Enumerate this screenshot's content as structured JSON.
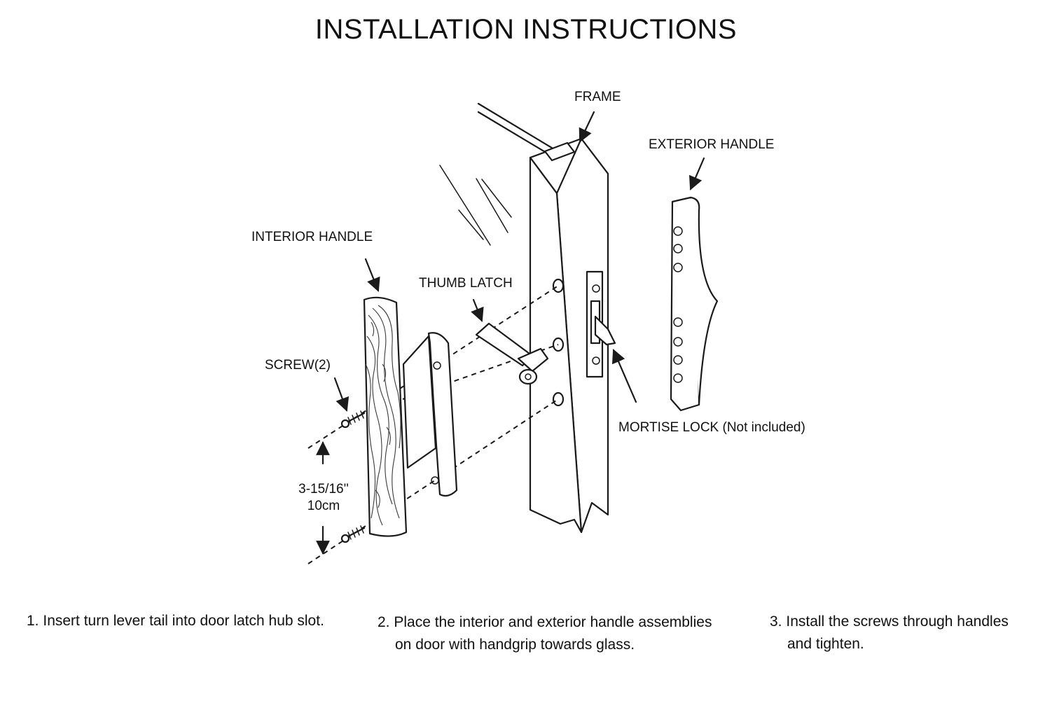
{
  "title": "INSTALLATION INSTRUCTIONS",
  "labels": {
    "frame": "FRAME",
    "exterior_handle": "EXTERIOR HANDLE",
    "interior_handle": "INTERIOR HANDLE",
    "thumb_latch": "THUMB LATCH",
    "screw": "SCREW(2)",
    "mortise_lock": "MORTISE LOCK (Not included)",
    "dimension_in": "3-15/16''",
    "dimension_cm": "10cm"
  },
  "steps": [
    {
      "number": "1.",
      "line1": "Insert turn lever tail into door latch hub slot.",
      "line2": ""
    },
    {
      "number": "2.",
      "line1": "Place the interior and exterior handle assemblies",
      "line2": "on door with handgrip towards glass."
    },
    {
      "number": "3.",
      "line1": "Install the screws through handles",
      "line2": "and tighten."
    }
  ]
}
